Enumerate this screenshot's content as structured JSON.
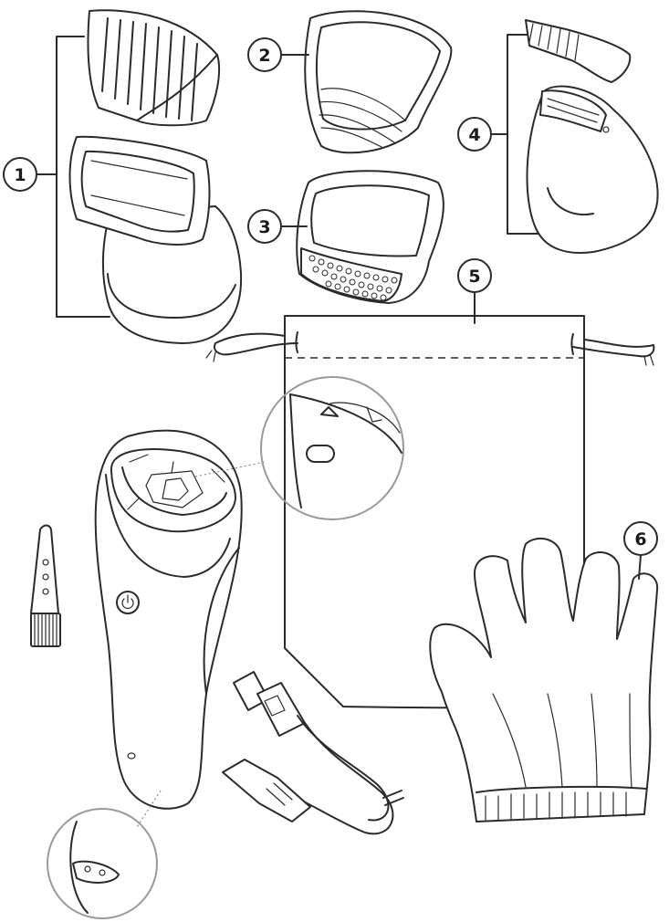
{
  "callouts": [
    {
      "id": "1",
      "label": "1"
    },
    {
      "id": "2",
      "label": "2"
    },
    {
      "id": "3",
      "label": "3"
    },
    {
      "id": "4",
      "label": "4"
    },
    {
      "id": "5",
      "label": "5"
    },
    {
      "id": "6",
      "label": "6"
    }
  ],
  "colors": {
    "line": "#2b2b2b",
    "zoom_circle": "#9a9a9a",
    "background": "#ffffff"
  }
}
